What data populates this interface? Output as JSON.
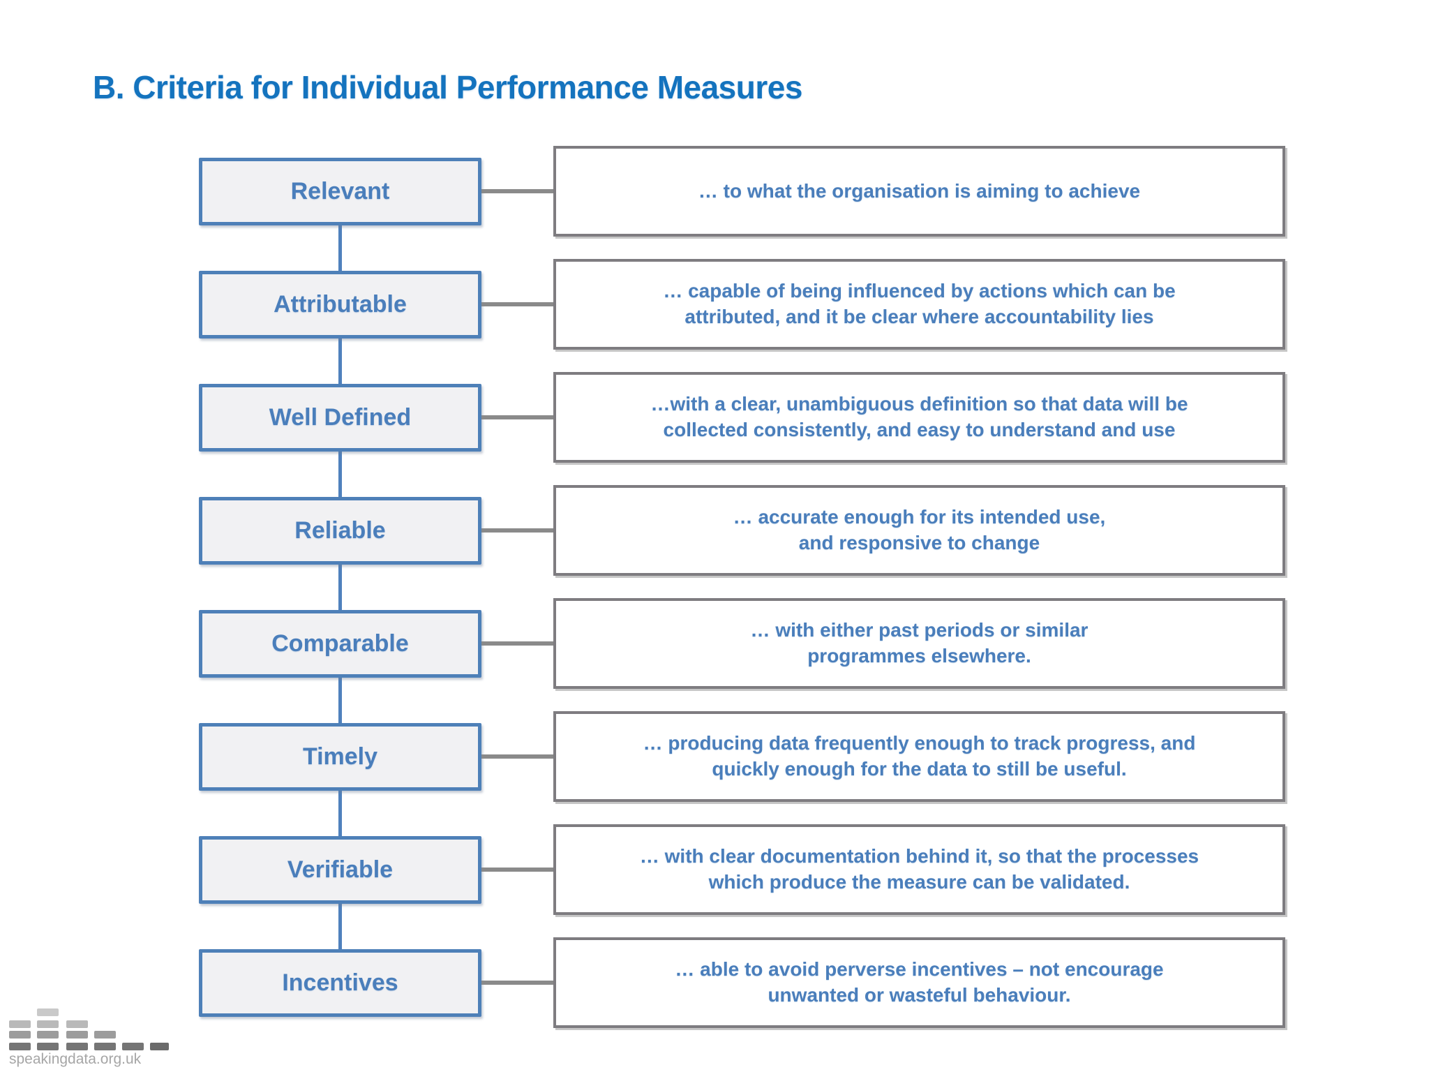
{
  "title": "B. Criteria for Individual Performance Measures",
  "criteria": [
    {
      "label": "Relevant",
      "description": "… to what the organisation is aiming to achieve"
    },
    {
      "label": "Attributable",
      "description": "… capable of being influenced by actions which can be\nattributed, and it be clear where accountability lies"
    },
    {
      "label": "Well Defined",
      "description": "…with a clear, unambiguous definition so that data will be\ncollected consistently, and easy to understand and use"
    },
    {
      "label": "Reliable",
      "description": "… accurate enough for its intended use,\nand responsive to change"
    },
    {
      "label": "Comparable",
      "description": "… with either past periods or similar\nprogrammes elsewhere."
    },
    {
      "label": "Timely",
      "description": "… producing data frequently enough to track progress, and\nquickly enough for the data to still be useful."
    },
    {
      "label": "Verifiable",
      "description": "… with clear documentation behind it, so that the processes\nwhich produce the measure can be validated."
    },
    {
      "label": "Incentives",
      "description": "… able to avoid perverse incentives – not encourage\nunwanted or wasteful behaviour."
    }
  ],
  "footer": {
    "logo_icon": "equalizer-bars-icon",
    "website": "speakingdata.org.uk"
  },
  "colors": {
    "title_blue": "#1473BE",
    "accent_blue": "#4F81BD",
    "text_blue": "#4A7EBB",
    "criterion_box_fill": "#F1F1F3",
    "description_border_gray": "#7E7C80",
    "connector_gray": "#8A8A8A",
    "logo_gray": "#A6A6A6"
  }
}
